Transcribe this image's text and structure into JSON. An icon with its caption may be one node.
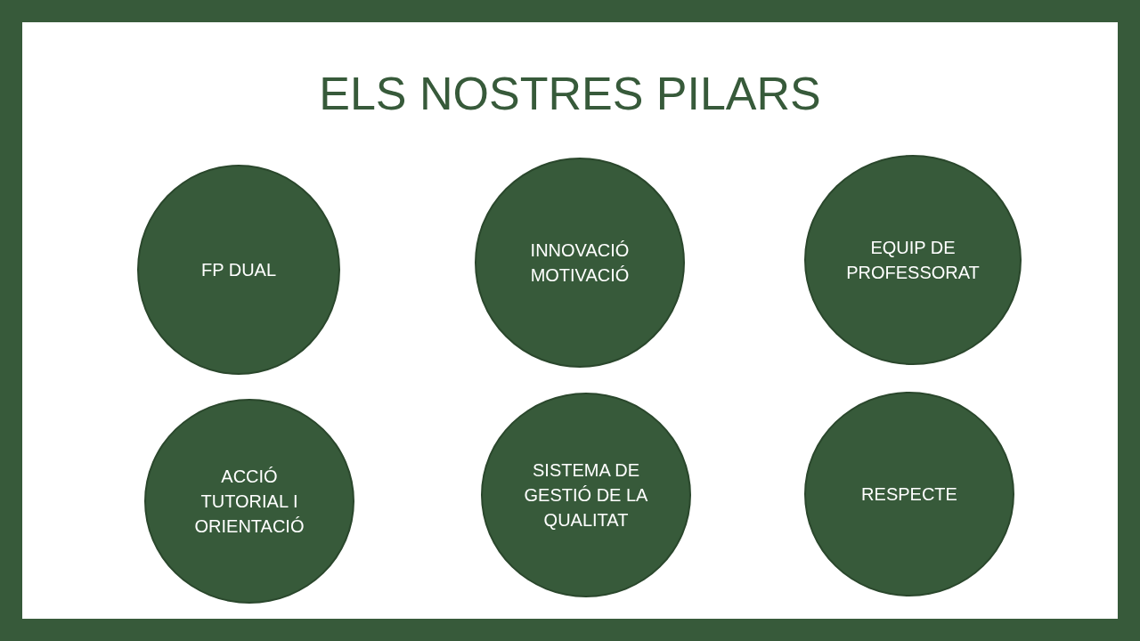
{
  "diagram": {
    "title": "ELS NOSTRES PILARS",
    "nodes": [
      {
        "text": [
          "FP DUAL"
        ]
      },
      {
        "text": [
          "INNOVACIÓ MOTIVACIÓ"
        ]
      },
      {
        "text": [
          "EQUIP DE PROFESSORAT"
        ]
      },
      {
        "text": [
          "ACCIÓ TUTORIAL I ORIENTACIÓ"
        ]
      },
      {
        "text": [
          "SISTEMA DE GESTIÓ DE LA QUALITAT"
        ]
      },
      {
        "text": [
          "RESPECTE"
        ]
      }
    ]
  }
}
